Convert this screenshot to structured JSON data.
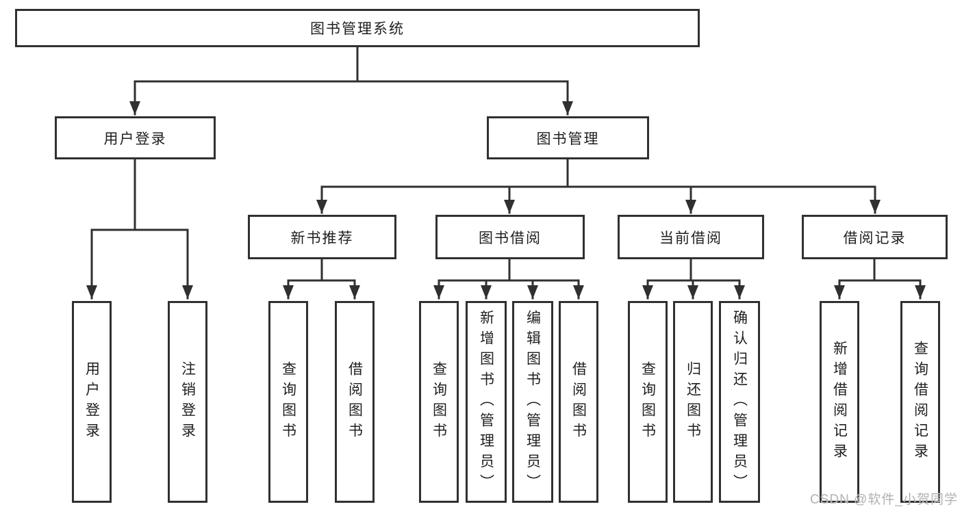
{
  "diagram": {
    "root": {
      "label": "图书管理系统"
    },
    "level2": {
      "user_login": {
        "label": "用户登录"
      },
      "book_management": {
        "label": "图书管理"
      }
    },
    "level3": {
      "new_book_recommend": {
        "label": "新书推荐"
      },
      "book_borrow": {
        "label": "图书借阅"
      },
      "current_borrow": {
        "label": "当前借阅"
      },
      "borrow_records": {
        "label": "借阅记录"
      }
    },
    "leaves": {
      "user_login": [
        "用户登录",
        "注销登录"
      ],
      "new_book_recommend": [
        "查询图书",
        "借阅图书"
      ],
      "book_borrow": [
        "查询图书",
        "新增图书（管理员）",
        "编辑图书（管理员）",
        "借阅图书"
      ],
      "current_borrow": [
        "查询图书",
        "归还图书",
        "确认归还（管理员）"
      ],
      "borrow_records": [
        "新增借阅记录",
        "查询借阅记录"
      ]
    }
  },
  "watermark": "CSDN @软件_小贺同学",
  "colors": {
    "line": "#303030",
    "box_border": "#303030",
    "text": "#1f1f1f",
    "watermark": "#b5b5b5",
    "background": "#ffffff"
  }
}
